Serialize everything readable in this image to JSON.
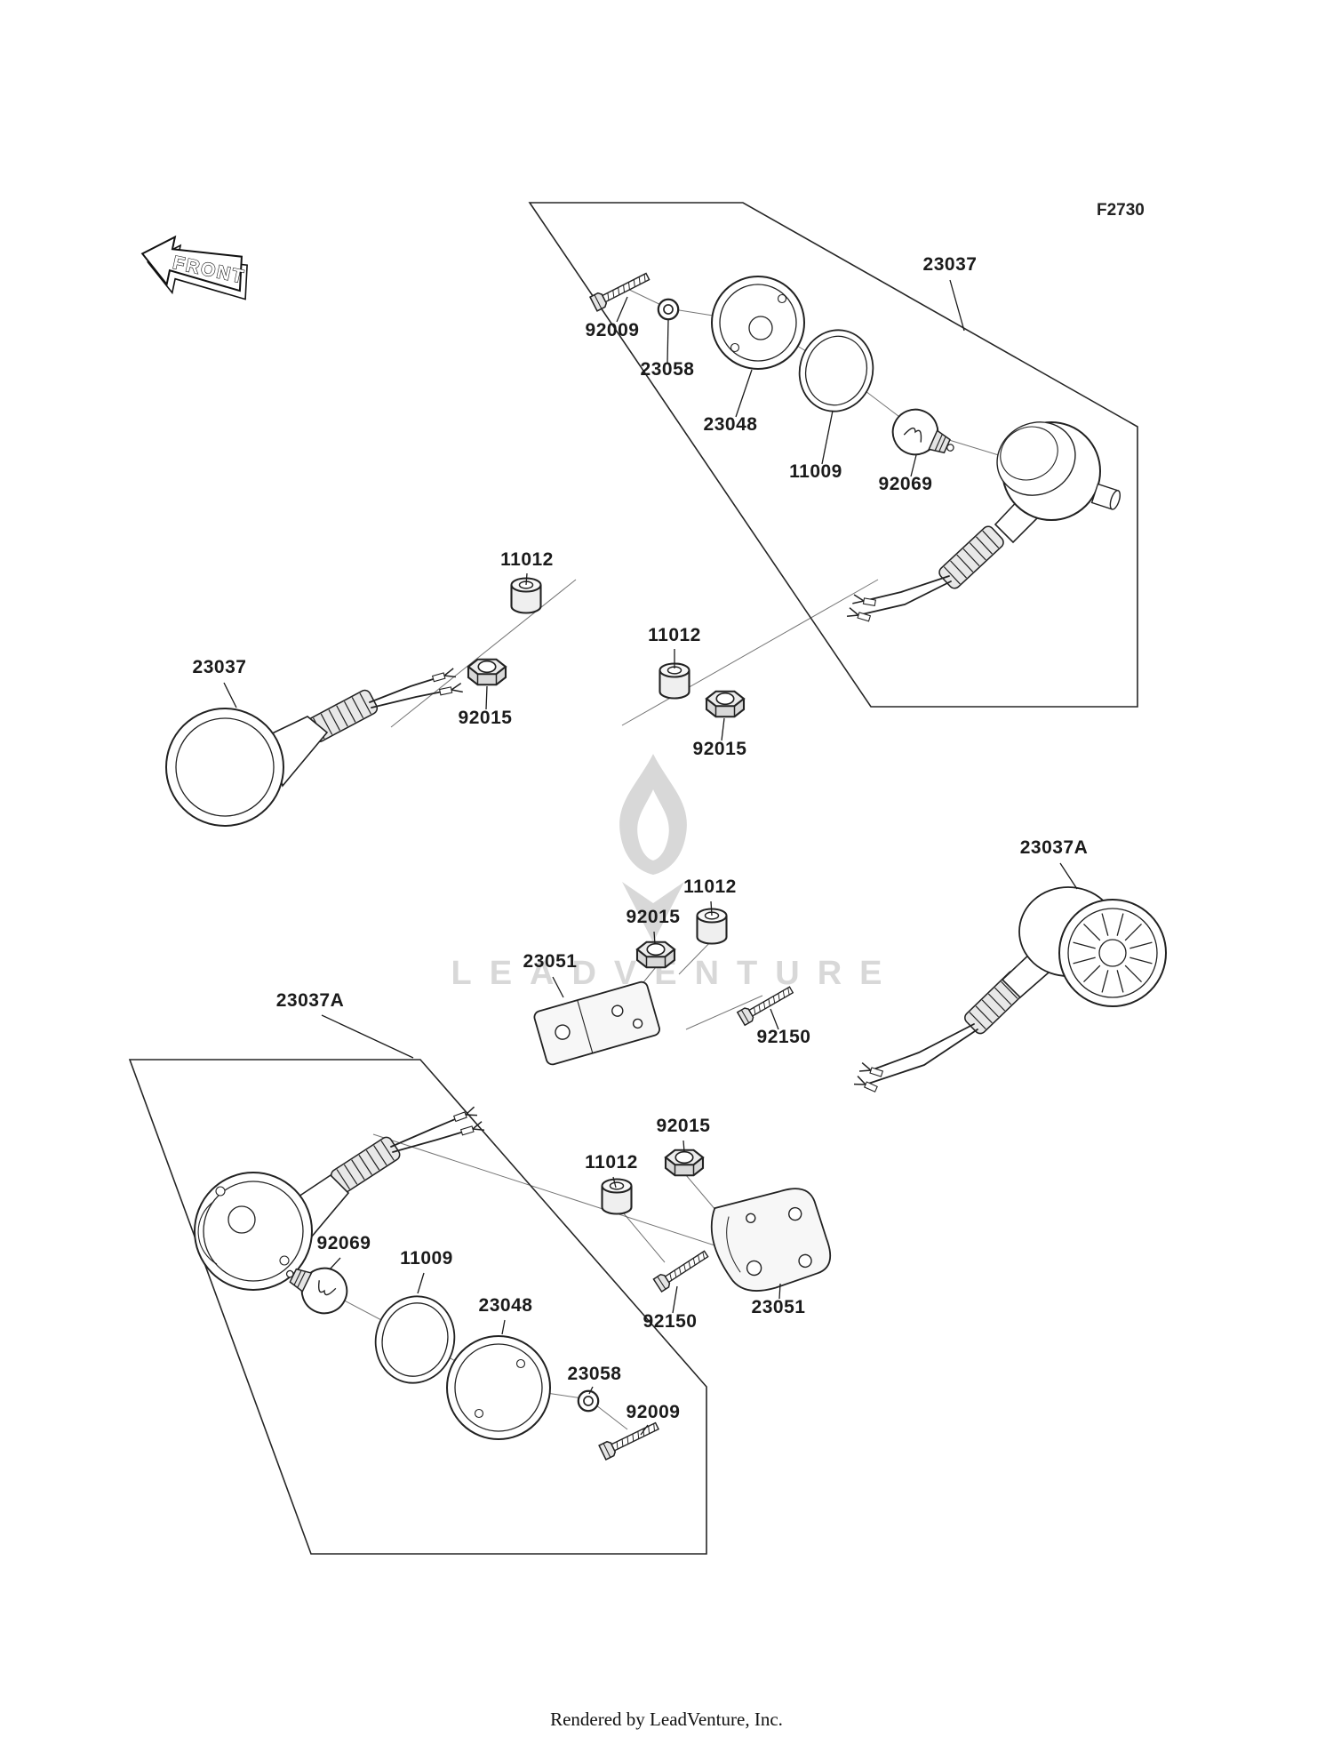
{
  "page": {
    "figure_code": "F2730",
    "front_label": "FRONT",
    "watermark": "LEADVENTURE",
    "footer": "Rendered by LeadVenture, Inc."
  },
  "labels": {
    "top_lamp_right": "23037",
    "top_bolt": "92009",
    "top_washer": "23058",
    "top_housing": "23048",
    "top_gasket": "11009",
    "top_bulb": "92069",
    "left_collar": "11012",
    "left_nut": "92015",
    "mid_collar": "11012",
    "mid_nut": "92015",
    "top_lamp_left": "23037",
    "bottom_lamp_right": "23037A",
    "bm_collar": "11012",
    "bm_nut": "92015",
    "bracket_upper": "23051",
    "bolt_upper": "92150",
    "bottom_lamp_left": "23037A",
    "low_nut": "92015",
    "low_collar": "11012",
    "bottom_bulb": "92069",
    "bottom_gasket": "11009",
    "bottom_housing": "23048",
    "low_bolt": "92150",
    "bracket_lower": "23051",
    "bottom_washer": "23058",
    "bottom_bolt": "92009"
  }
}
